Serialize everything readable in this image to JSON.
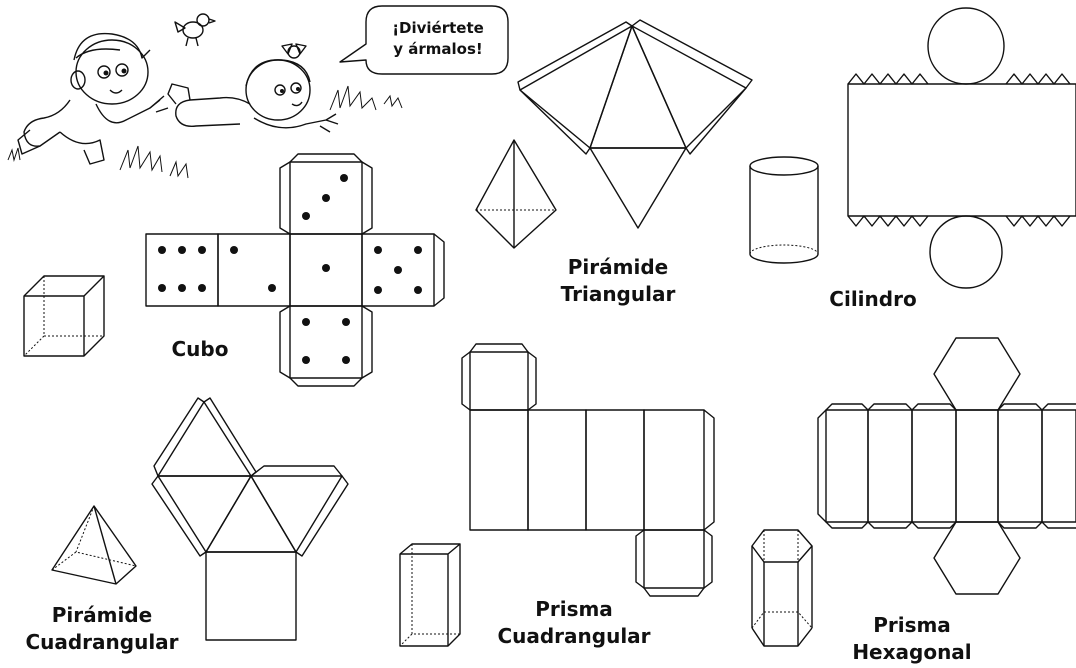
{
  "speech_bubble": {
    "line1": "¡Diviértete",
    "line2": "y ármalos!"
  },
  "labels": {
    "cubo": "Cubo",
    "piramide_triangular": [
      "Pirámide",
      "Triangular"
    ],
    "cilindro": "Cilindro",
    "piramide_cuadrangular": [
      "Pirámide",
      "Cuadrangular"
    ],
    "prisma_cuadrangular": [
      "Prisma",
      "Cuadrangular"
    ],
    "prisma_hexagonal": [
      "Prisma",
      "Hexagonal"
    ]
  },
  "dice_faces": [
    6,
    2,
    1,
    5,
    3,
    4
  ],
  "icons": [
    "boy-character-icon",
    "girl-character-icon",
    "bird-icon",
    "grass-icon"
  ]
}
